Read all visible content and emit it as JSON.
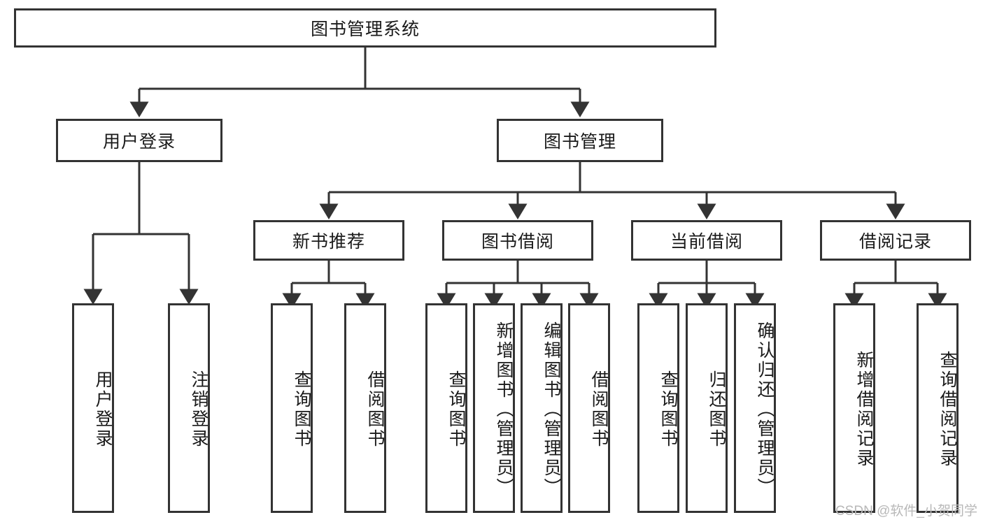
{
  "diagram": {
    "type": "tree-hierarchy-chart",
    "title_node": {
      "label": "图书管理系统"
    },
    "level2": [
      {
        "id": "user-login",
        "label": "用户登录"
      },
      {
        "id": "book-management",
        "label": "图书管理"
      }
    ],
    "level3": [
      {
        "id": "new-book-recommend",
        "label": "新书推荐"
      },
      {
        "id": "book-borrow",
        "label": "图书借阅"
      },
      {
        "id": "current-borrow",
        "label": "当前借阅"
      },
      {
        "id": "borrow-record",
        "label": "借阅记录"
      }
    ],
    "leaves": {
      "user_login": [
        {
          "id": "leaf-user-login",
          "label": "用户登录"
        },
        {
          "id": "leaf-logout-login",
          "label": "注销登录"
        }
      ],
      "new_book_recommend": [
        {
          "id": "leaf-query-book-1",
          "label": "查询图书"
        },
        {
          "id": "leaf-borrow-book-1",
          "label": "借阅图书"
        }
      ],
      "book_borrow": [
        {
          "id": "leaf-query-book-2",
          "label": "查询图书"
        },
        {
          "id": "leaf-add-book-admin",
          "label": "新增图书（管理员）"
        },
        {
          "id": "leaf-edit-book-admin",
          "label": "编辑图书（管理员）"
        },
        {
          "id": "leaf-borrow-book-2",
          "label": "借阅图书"
        }
      ],
      "current_borrow": [
        {
          "id": "leaf-query-book-3",
          "label": "查询图书"
        },
        {
          "id": "leaf-return-book",
          "label": "归还图书"
        },
        {
          "id": "leaf-confirm-return-admin",
          "label": "确认归还（管理员）"
        }
      ],
      "borrow_record": [
        {
          "id": "leaf-add-borrow-record",
          "label": "新增借阅记录"
        },
        {
          "id": "leaf-query-borrow-record",
          "label": "查询借阅记录"
        }
      ]
    },
    "watermark": {
      "text": "CSDN @软件_小贺同学"
    },
    "colors": {
      "border": "#333333",
      "background": "#ffffff",
      "text": "#1a1a1a",
      "watermark": "#b8b8b8"
    }
  }
}
